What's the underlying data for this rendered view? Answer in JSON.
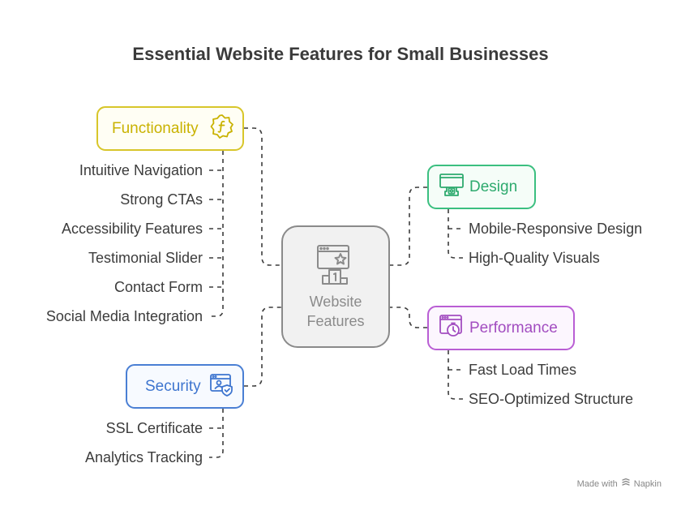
{
  "title": "Essential Website Features for Small Businesses",
  "center": {
    "label_line1": "Website",
    "label_line2": "Features",
    "icon": "website-star-icon"
  },
  "branches": {
    "functionality": {
      "label": "Functionality",
      "icon": "function-badge-icon",
      "color": "#c9b200",
      "items": [
        "Intuitive Navigation",
        "Strong CTAs",
        "Accessibility Features",
        "Testimonial Slider",
        "Contact Form",
        "Social Media Integration"
      ]
    },
    "security": {
      "label": "Security",
      "icon": "secure-profile-icon",
      "color": "#3e75cf",
      "items": [
        "SSL Certificate",
        "Analytics Tracking"
      ]
    },
    "design": {
      "label": "Design",
      "icon": "monitor-design-icon",
      "color": "#2eaa6e",
      "items": [
        "Mobile-Responsive Design",
        "High-Quality Visuals"
      ]
    },
    "performance": {
      "label": "Performance",
      "icon": "browser-stopwatch-icon",
      "color": "#a24dc0",
      "items": [
        "Fast Load Times",
        "SEO-Optimized Structure"
      ]
    }
  },
  "watermark": {
    "prefix": "Made with",
    "brand": "Napkin"
  }
}
